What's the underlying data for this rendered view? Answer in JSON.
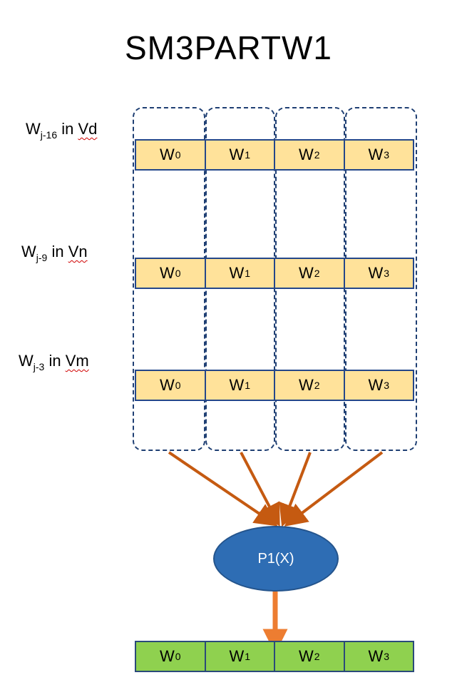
{
  "title": "SM3PARTW1",
  "rows": [
    {
      "label_main": "W",
      "label_sub": "j-16",
      "label_in": " in ",
      "label_reg": "Vd"
    },
    {
      "label_main": "W",
      "label_sub": "j-9",
      "label_in": " in ",
      "label_reg": "Vn"
    },
    {
      "label_main": "W",
      "label_sub": "j-3",
      "label_in": " in ",
      "label_reg": "Vm"
    }
  ],
  "lanes": [
    {
      "main": "W",
      "sub": "0"
    },
    {
      "main": "W",
      "sub": "1"
    },
    {
      "main": "W",
      "sub": "2"
    },
    {
      "main": "W",
      "sub": "3"
    }
  ],
  "function_label": "P1(X)",
  "colors": {
    "input_vector": "#ffe29a",
    "output_vector": "#8fd14f",
    "ellipse": "#2e6db4",
    "lane_border": "#1f3f73",
    "arrow_input": "#c55a11",
    "arrow_output": "#ed7d31"
  }
}
